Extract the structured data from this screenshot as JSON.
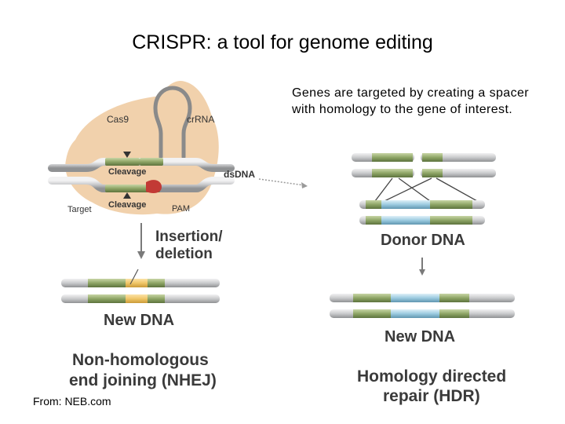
{
  "title": "CRISPR: a tool for genome editing",
  "description": "Genes are targeted by creating a spacer with homology to the gene of interest.",
  "source": "From: NEB.com",
  "labels": {
    "cas9": "Cas9",
    "crrna": "crRNA",
    "cleavage_top": "Cleavage",
    "cleavage_bottom": "Cleavage",
    "target": "Target",
    "pam": "PAM",
    "dsdna": "dsDNA",
    "insertion_line1": "Insertion/",
    "insertion_line2": "deletion",
    "new_dna_left": "New DNA",
    "nhej_line1": "Non-homologous",
    "nhej_line2": "end joining (NHEJ)",
    "donor_dna": "Donor DNA",
    "new_dna_right": "New DNA",
    "hdr_line1": "Homology directed",
    "hdr_line2": "repair (HDR)"
  },
  "colors": {
    "cas9_body": "#f1d1ac",
    "dna_gray": "#c8c9cb",
    "dna_green": "#8ea566",
    "dna_blue": "#9ccbe0",
    "dna_yellow": "#f0c668",
    "pam_red": "#c23a35",
    "crrna_gray": "#8a8a8a",
    "arrow_gray": "#7a7a7a"
  }
}
